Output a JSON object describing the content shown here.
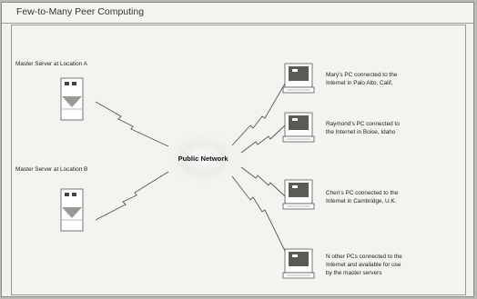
{
  "window": {
    "title": "Few-to-Many Peer Computing"
  },
  "diagram": {
    "hub_label": "Public Network",
    "servers": [
      {
        "label": "Master Server at Location A",
        "icon": "server-icon"
      },
      {
        "label": "Master Server at Location B",
        "icon": "server-icon"
      }
    ],
    "clients": [
      {
        "line1": "Mary's PC connected to the",
        "line2": "Internet in Palo Alto, Calif.",
        "line3": "",
        "icon": "pc-icon"
      },
      {
        "line1": "Raymond's PC connected to",
        "line2": "the Internet in Boise, Idaho",
        "line3": "",
        "icon": "pc-icon"
      },
      {
        "line1": "Chen's PC connected to the",
        "line2": "Internet in Cambridge, U.K.",
        "line3": "",
        "icon": "pc-icon"
      },
      {
        "line1": "N other PCs connected to the",
        "line2": "Internet and available for use",
        "line3": "by the master servers",
        "icon": "pc-icon"
      }
    ],
    "link_style": "lightning-bolt"
  },
  "colors": {
    "frame_bg": "#f1f1ee",
    "server_tray": "#9a9a94",
    "screen": "#5a5a55",
    "hub_glow": "#dcdcd8"
  }
}
